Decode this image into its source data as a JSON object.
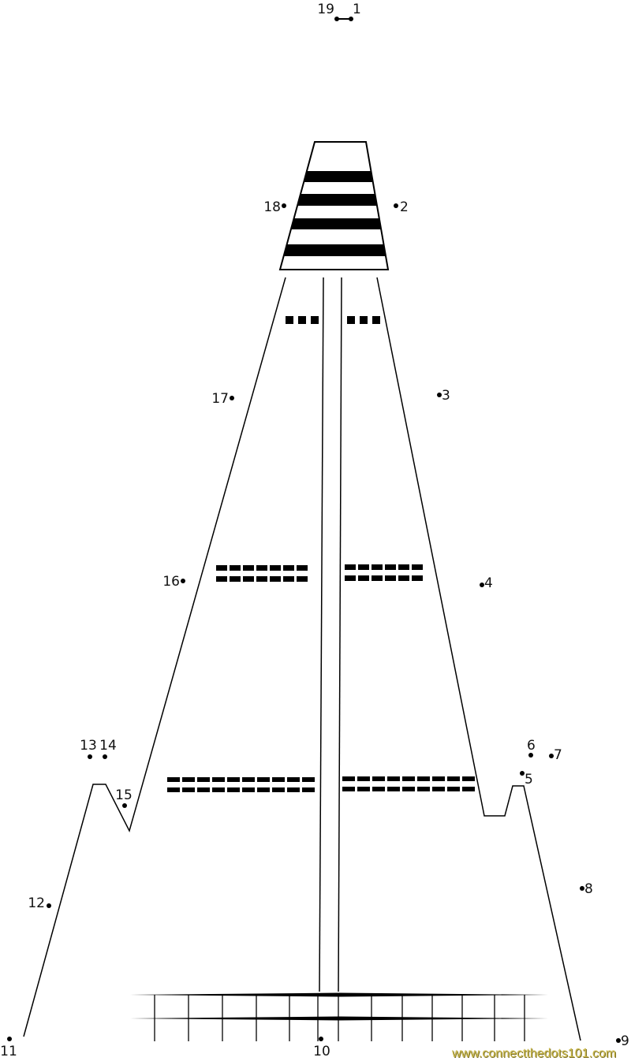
{
  "puzzle": {
    "dots": [
      "1",
      "2",
      "3",
      "4",
      "5",
      "6",
      "7",
      "8",
      "9",
      "10",
      "11",
      "12",
      "13",
      "14",
      "15",
      "16",
      "17",
      "18",
      "19"
    ]
  },
  "watermark": {
    "text": "www.connectthedots101.com",
    "color": "#c9b84a",
    "shadow": "#7a6d20"
  },
  "colors": {
    "ink": "#000000",
    "background": "#ffffff"
  }
}
